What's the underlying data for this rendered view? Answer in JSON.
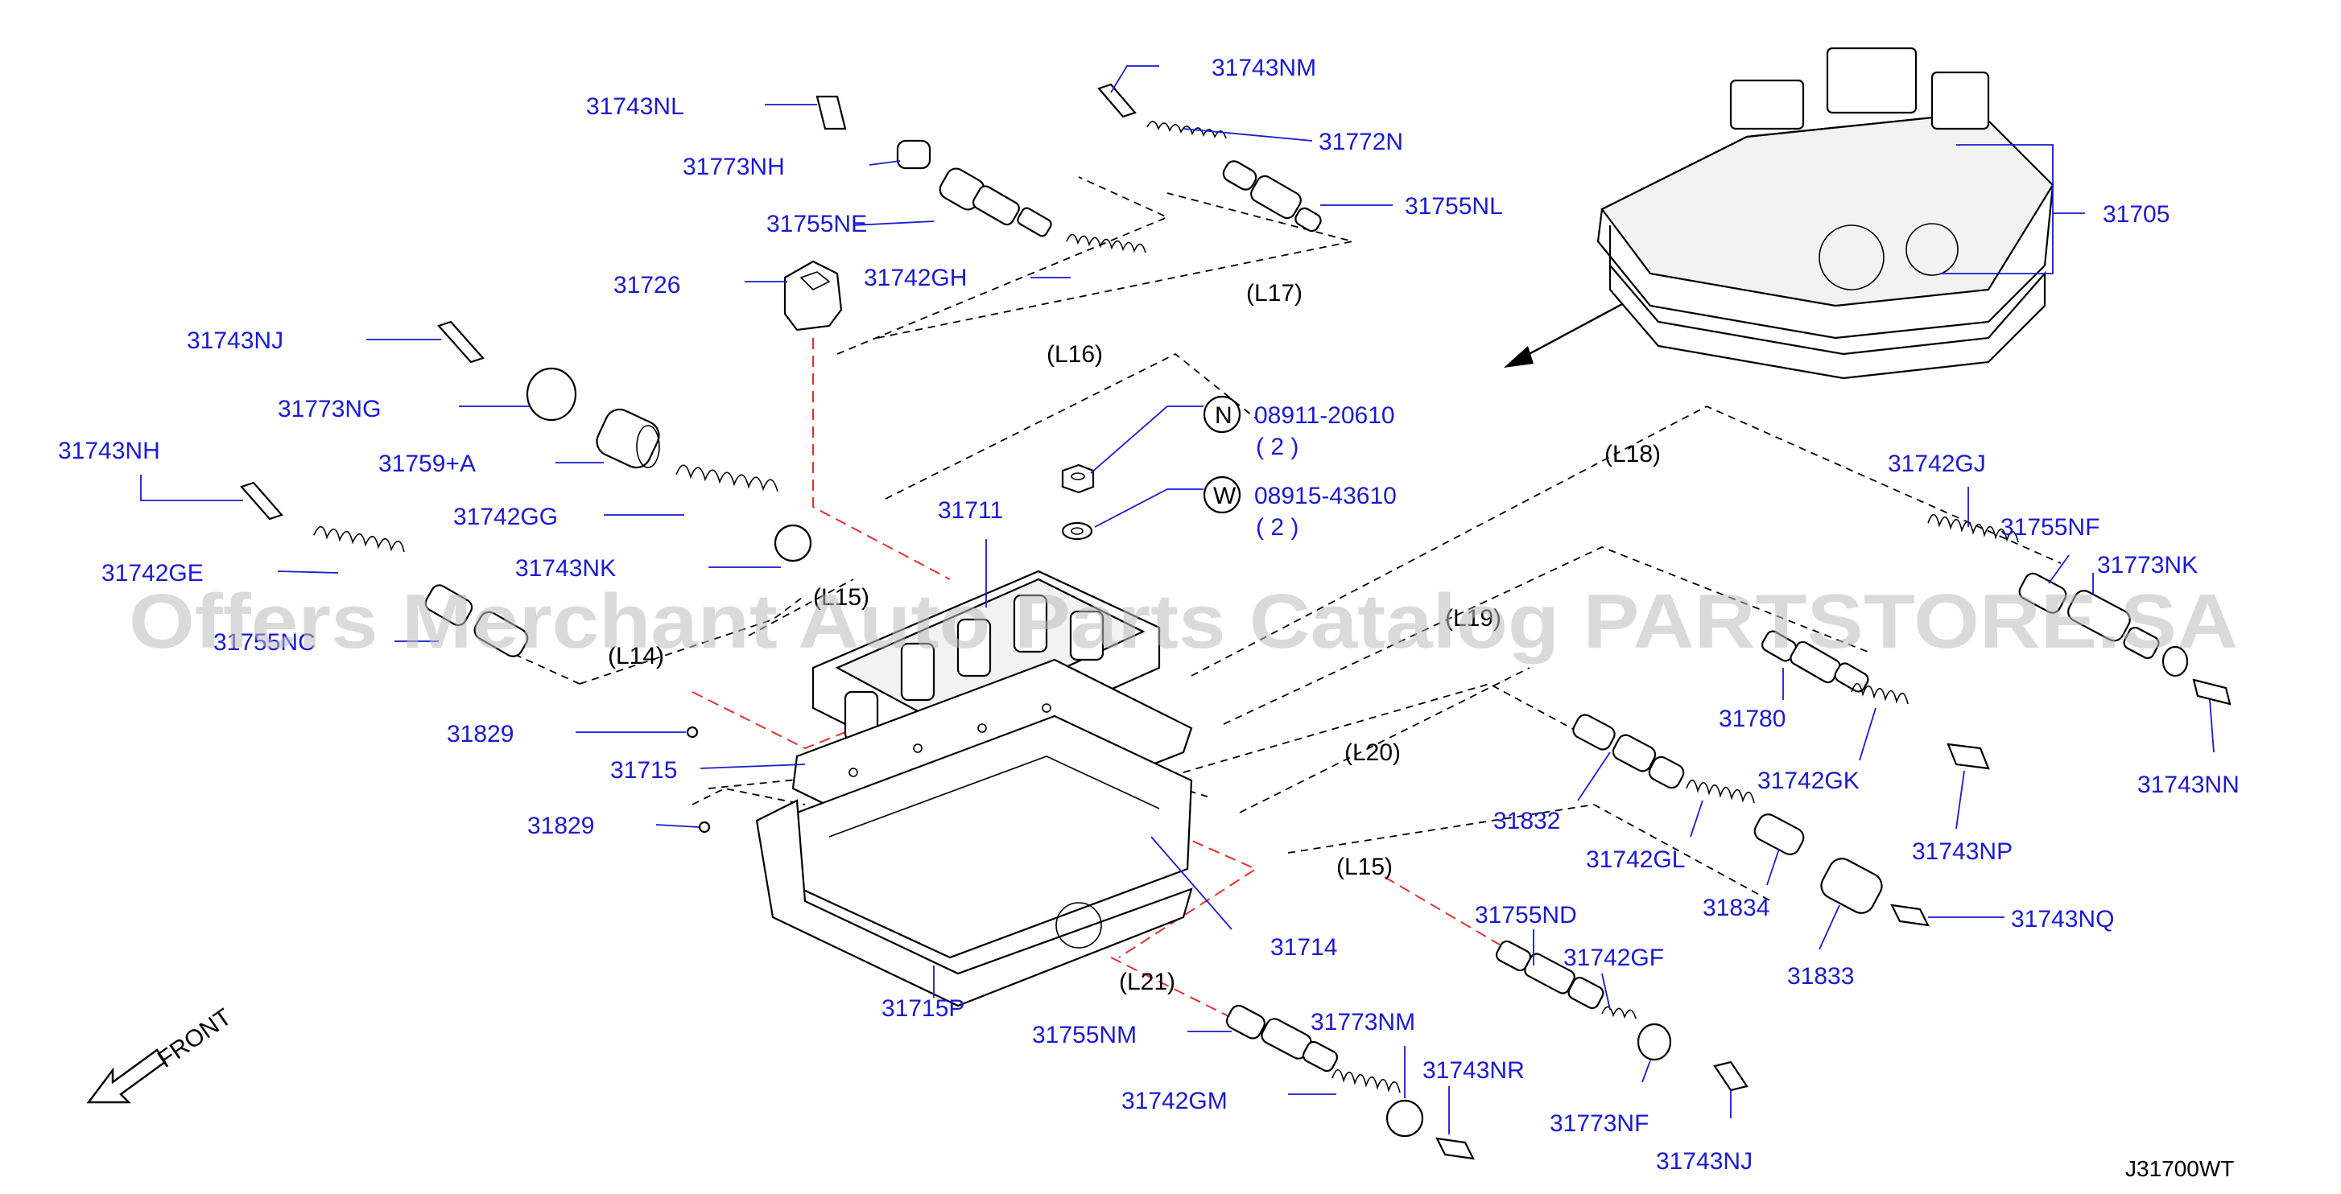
{
  "diagram": {
    "code": "J31700WT",
    "front_label": "FRONT",
    "watermark": "Offers Merchant Auto Parts Catalog PARTSTORE.SA",
    "colors": {
      "label": "#1a1ad0",
      "leader": "#1a1ad0",
      "red_dash": "#e53030",
      "line": "#000000"
    },
    "parts": {
      "p31743NL": "31743NL",
      "p31743NM": "31743NM",
      "p31772N": "31772N",
      "p31773NH": "31773NH",
      "p31755NL": "31755NL",
      "p31755NE": "31755NE",
      "p31726": "31726",
      "p31742GH": "31742GH",
      "p31705": "31705",
      "p31743NJ_top": "31743NJ",
      "p31773NG": "31773NG",
      "p31759A": "31759+A",
      "p31743NH": "31743NH",
      "p31742GG": "31742GG",
      "p31742GE": "31742GE",
      "p31743NK": "31743NK",
      "p31755NC": "31755NC",
      "p31711": "31711",
      "p08911": "08911-20610",
      "p08911_qty": "( 2 )",
      "p08915": "08915-43610",
      "p08915_qty": "( 2 )",
      "n_marker": "N",
      "w_marker": "W",
      "p31742GJ": "31742GJ",
      "p31755NF": "31755NF",
      "p31773NK": "31773NK",
      "p31829_a": "31829",
      "p31715": "31715",
      "p31829_b": "31829",
      "p31780": "31780",
      "p31742GK": "31742GK",
      "p31743NN": "31743NN",
      "p31832": "31832",
      "p31742GL": "31742GL",
      "p31743NP": "31743NP",
      "p31834": "31834",
      "p31743NQ": "31743NQ",
      "p31833": "31833",
      "p31714": "31714",
      "p31755ND": "31755ND",
      "p31742GF": "31742GF",
      "p31715P": "31715P",
      "p31755NM": "31755NM",
      "p31773NM": "31773NM",
      "p31743NR": "31743NR",
      "p31742GM": "31742GM",
      "p31773NF": "31773NF",
      "p31743NJ_bottom": "31743NJ"
    },
    "refs": {
      "L14": "(L14)",
      "L15a": "(L15)",
      "L15b": "(L15)",
      "L16": "(L16)",
      "L17": "(L17)",
      "L18": "(L18)",
      "L19": "(L19)",
      "L20": "(L20)",
      "L21": "(L21)"
    }
  }
}
